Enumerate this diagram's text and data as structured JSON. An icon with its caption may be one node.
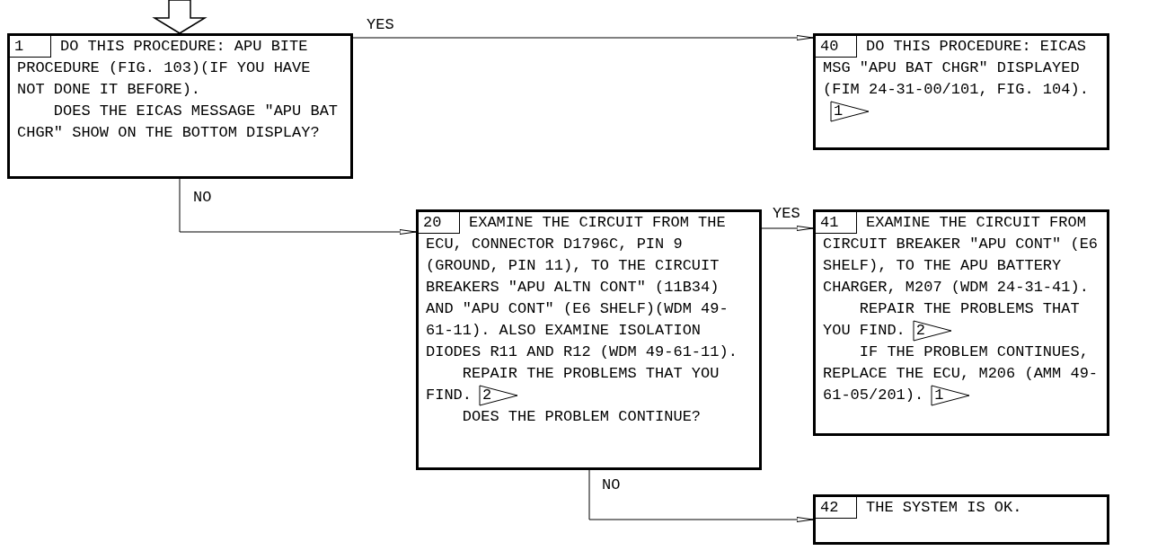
{
  "diagram": {
    "nodes": [
      {
        "text": [
          "1",
          "DO THIS PROCEDURE: APU BITE PROCEDURE (FIG. 103)(IF YOU HAVE NOT DONE IT BEFORE).",
          "DOES THE EICAS MESSAGE \"APU BAT CHGR\" SHOW ON THE BOTTOM DISPLAY?"
        ]
      },
      {
        "text": [
          "40",
          "DO THIS PROCEDURE: EICAS MSG \"APU BAT CHGR\" DISPLAYED (FIM 24-31-00/101, FIG. 104).",
          "1"
        ]
      },
      {
        "text": [
          "20",
          "EXAMINE THE CIRCUIT FROM THE ECU, CONNECTOR D1796C, PIN 9 (GROUND, PIN 11), TO THE CIRCUIT BREAKERS \"APU ALTN CONT\" (11B34) AND \"APU CONT\" (E6 SHELF)(WDM 49-61-11). ALSO EXAMINE ISOLATION DIODES R11 AND R12 (WDM 49-61-11).",
          "REPAIR THE PROBLEMS THAT YOU FIND.",
          "2",
          "DOES THE PROBLEM CONTINUE?"
        ]
      },
      {
        "text": [
          "41",
          "EXAMINE THE CIRCUIT FROM CIRCUIT BREAKER \"APU CONT\" (E6 SHELF), TO THE APU BATTERY CHARGER, M207 (WDM 24-31-41).",
          "REPAIR THE PROBLEMS THAT YOU FIND.",
          "2",
          "IF THE PROBLEM CONTINUES, REPLACE THE ECU, M206 (AMM 49-61-05/201).",
          "1"
        ]
      },
      {
        "text": [
          "42",
          "THE SYSTEM IS OK."
        ]
      }
    ],
    "edges": [
      {
        "from": null,
        "to": 0,
        "arrow": "to"
      },
      {
        "from": 0,
        "to": 1,
        "arrow": "to",
        "label": "YES"
      },
      {
        "from": 0,
        "to": 2,
        "arrow": "to",
        "label": "NO"
      },
      {
        "from": 2,
        "to": 3,
        "arrow": "to",
        "label": "YES"
      },
      {
        "from": 2,
        "to": 4,
        "arrow": "to",
        "label": "NO"
      }
    ]
  }
}
